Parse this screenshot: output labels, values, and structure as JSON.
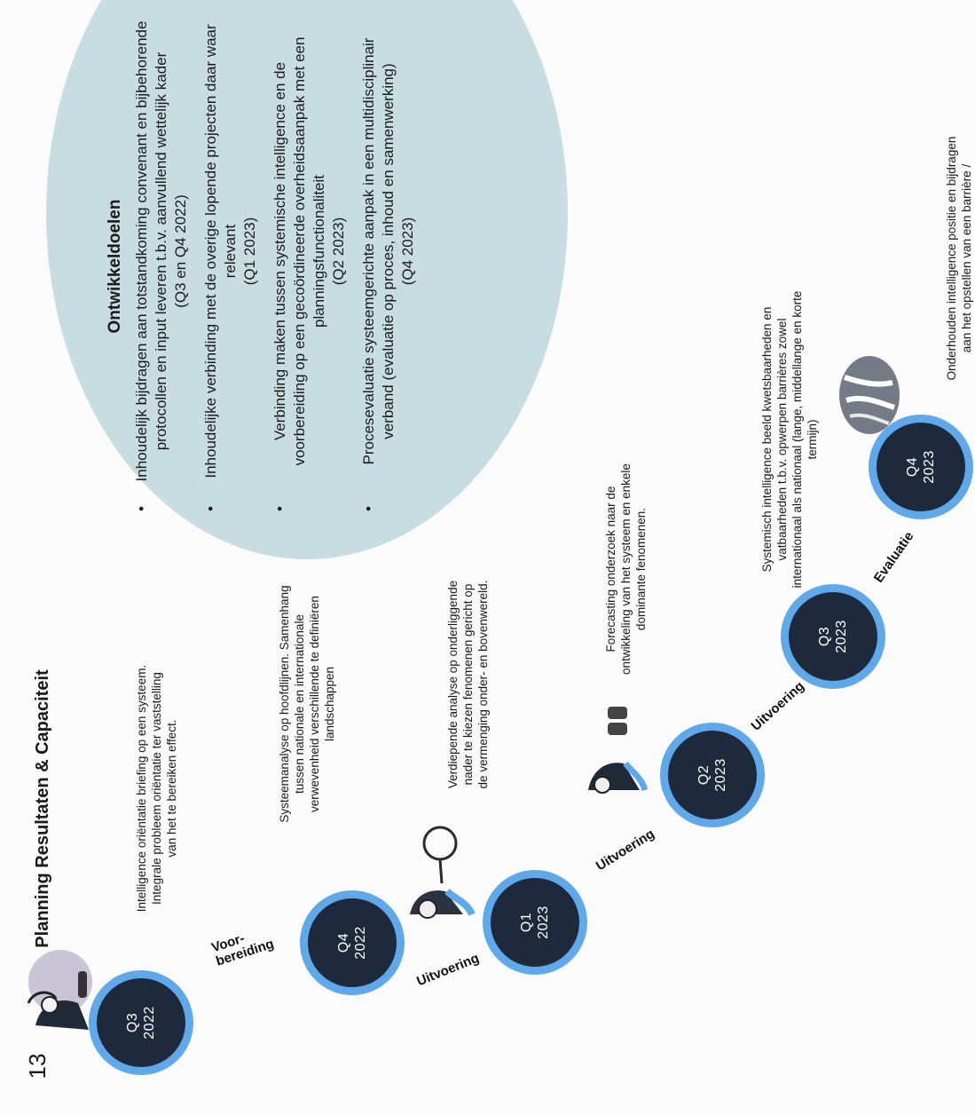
{
  "title": "Planning  Resultaten & Capaciteit",
  "page_number": "13",
  "colors": {
    "node_fill": "#1e2a3c",
    "node_ring": "#5fa9ea",
    "goals_bg": "#c8dde2"
  },
  "goals": {
    "title": "Ontwikkeldoelen",
    "items": [
      {
        "text": "Inhoudelijk bijdragen aan totstandkoming convenant en bijbehorende protocollen en input leveren t.b.v. aanvullend wettelijk kader",
        "period": "(Q3 en Q4 2022)"
      },
      {
        "text": "Inhoudelijke verbinding met de overige lopende projecten daar waar relevant",
        "period": "(Q1 2023)"
      },
      {
        "text": "Verbinding maken tussen systemische intelligence en de voorbereiding op een gecoördineerde overheidsaanpak met een planningsfunctionaliteit",
        "period": "(Q2 2023)"
      },
      {
        "text": "Procesevaluatie systeemgerichte aanpak in een multidisciplinair verband (evaluatie op proces, inhoud en samenwerking)",
        "period": "(Q4 2023)"
      }
    ]
  },
  "nodes": [
    {
      "label": "Q3\n2022",
      "description": "Intelligence oriëntatie briefing op een systeem. Integrale probleem oriëntatie ter vaststelling van het te bereiken effect."
    },
    {
      "label": "Q4\n2022",
      "description": "Systeemanalyse op hoofdlijnen. Samenhang tussen nationale en internationale verwevenheid verschillende te definiëren landschappen"
    },
    {
      "label": "Q1\n2023",
      "description": "Verdiepende analyse op onderliggende nader te kiezen fenomenen gericht op de vermenging onder- en bovenwereld."
    },
    {
      "label": "Q2\n2023",
      "description": "Forecasting onderzoek naar de ontwikkeling van het systeem en enkele dominante fenomenen."
    },
    {
      "label": "Q3\n2023",
      "description": "Systemisch intelligence beeld kwetsbaarheden en vatbaarheden t.b.v. opwerpen barrières zowel internationaal als nationaal (lange, middellange en korte termijn)"
    },
    {
      "label": "Q4\n2023",
      "description": "Onderhouden intelligence positie en bijdragen aan het opstellen van een barrière / interventieplan"
    }
  ],
  "phases": [
    {
      "label": "Voor-\nbereiding"
    },
    {
      "label": "Uitvoering"
    },
    {
      "label": "Uitvoering"
    },
    {
      "label": "Uitvoering"
    },
    {
      "label": "Evaluatie"
    }
  ],
  "icons": [
    "person-with-globe-icon",
    "person-with-magnifier-icon",
    "person-with-binoculars-icon",
    "handshake-icon"
  ]
}
